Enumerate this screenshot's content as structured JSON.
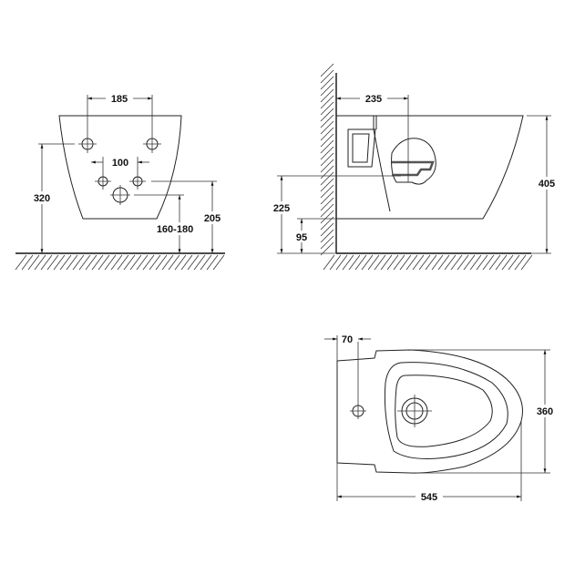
{
  "drawing": {
    "front_view": {
      "dimensions": {
        "fixing_hole_spacing": "185",
        "supply_hole_spacing": "100",
        "fixing_height": "320",
        "waste_height": "160-180",
        "supply_height": "205"
      }
    },
    "side_view": {
      "dimensions": {
        "wall_to_waste": "235",
        "total_height": "405",
        "waste_axis_height": "225",
        "bottom_clearance": "95"
      }
    },
    "top_view": {
      "dimensions": {
        "tap_hole_offset": "70",
        "width": "360",
        "length": "545"
      }
    }
  }
}
